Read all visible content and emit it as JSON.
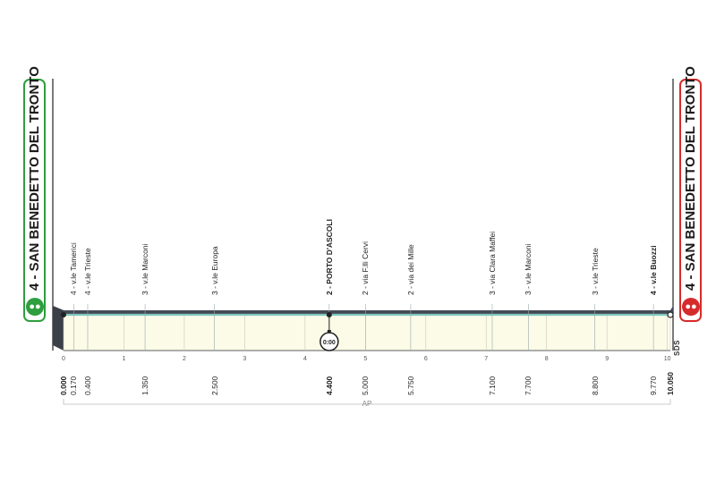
{
  "start": {
    "label": "4 - SAN BENEDETTO DEL TRONTO",
    "color": "#2e9e3e"
  },
  "finish": {
    "label": "4 - SAN BENEDETTO DEL TRONTO",
    "color": "#d62b2b"
  },
  "waypoints": [
    {
      "km": 0.17,
      "label": "4 - v.le Tamerici",
      "bold": false
    },
    {
      "km": 0.4,
      "label": "4 - v.le Trieste",
      "bold": false
    },
    {
      "km": 1.35,
      "label": "3 - v.le Marconi",
      "bold": false
    },
    {
      "km": 2.5,
      "label": "3 - v.le Europa",
      "bold": false
    },
    {
      "km": 4.4,
      "label": "2 - PORTO D'ASCOLI",
      "bold": true
    },
    {
      "km": 5.0,
      "label": "2 - via F.lli Cervi",
      "bold": false
    },
    {
      "km": 5.75,
      "label": "2 - via dei Mille",
      "bold": false
    },
    {
      "km": 7.1,
      "label": "3 - via Clara Maffei",
      "bold": false
    },
    {
      "km": 7.7,
      "label": "3 - v.le Marconi",
      "bold": false
    },
    {
      "km": 8.8,
      "label": "3 - v.le Trieste",
      "bold": false
    },
    {
      "km": 9.77,
      "label": "4 - v.le Buozzi",
      "bold": true
    }
  ],
  "km_labels": [
    {
      "km": 0.0,
      "text": "0.000",
      "bold": true
    },
    {
      "km": 0.17,
      "text": "0.170",
      "bold": false
    },
    {
      "km": 0.4,
      "text": "0.400",
      "bold": false
    },
    {
      "km": 1.35,
      "text": "1.350",
      "bold": false
    },
    {
      "km": 2.5,
      "text": "2.500",
      "bold": false
    },
    {
      "km": 4.4,
      "text": "4.400",
      "bold": true
    },
    {
      "km": 5.0,
      "text": "5.000",
      "bold": false
    },
    {
      "km": 5.75,
      "text": "5.750",
      "bold": false
    },
    {
      "km": 7.1,
      "text": "7.100",
      "bold": false
    },
    {
      "km": 7.7,
      "text": "7.700",
      "bold": false
    },
    {
      "km": 8.8,
      "text": "8.800",
      "bold": false
    },
    {
      "km": 9.77,
      "text": "9.770",
      "bold": false
    },
    {
      "km": 10.05,
      "text": "10.050",
      "bold": true
    }
  ],
  "axis_ticks": [
    "0",
    "1",
    "2",
    "3",
    "4",
    "5",
    "6",
    "7",
    "8",
    "9",
    "10"
  ],
  "total_km": 10.05,
  "intermediate": {
    "km": 4.4,
    "time": "0:00"
  },
  "sector_label": "AP",
  "brand": "SDS",
  "colors": {
    "profile_fill": "#fbfbe8",
    "profile_top": "#444a55",
    "road_line": "#7fc8c0",
    "grid": "#c8c8b8"
  }
}
